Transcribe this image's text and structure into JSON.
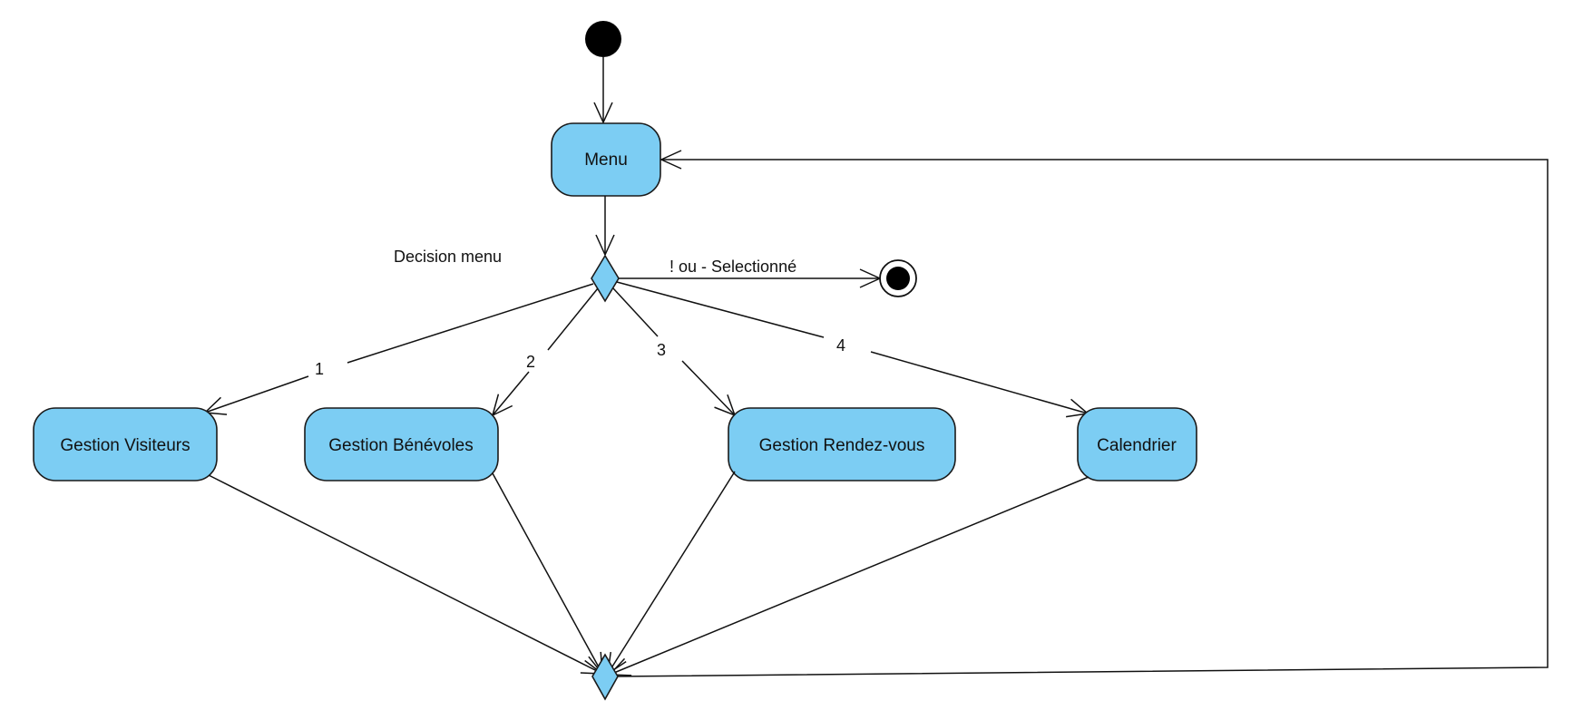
{
  "diagram": {
    "decision_label": "Decision menu",
    "nodes": {
      "menu": "Menu",
      "visiteurs": "Gestion Visiteurs",
      "benevoles": "Gestion Bénévoles",
      "rdv": "Gestion Rendez-vous",
      "calendrier": "Calendrier"
    },
    "edge_labels": {
      "exit": "! ou - Selectionné",
      "e1": "1",
      "e2": "2",
      "e3": "3",
      "e4": "4"
    }
  },
  "colors": {
    "action_fill": "#7ccdf3",
    "stroke": "#1a1a1a"
  }
}
